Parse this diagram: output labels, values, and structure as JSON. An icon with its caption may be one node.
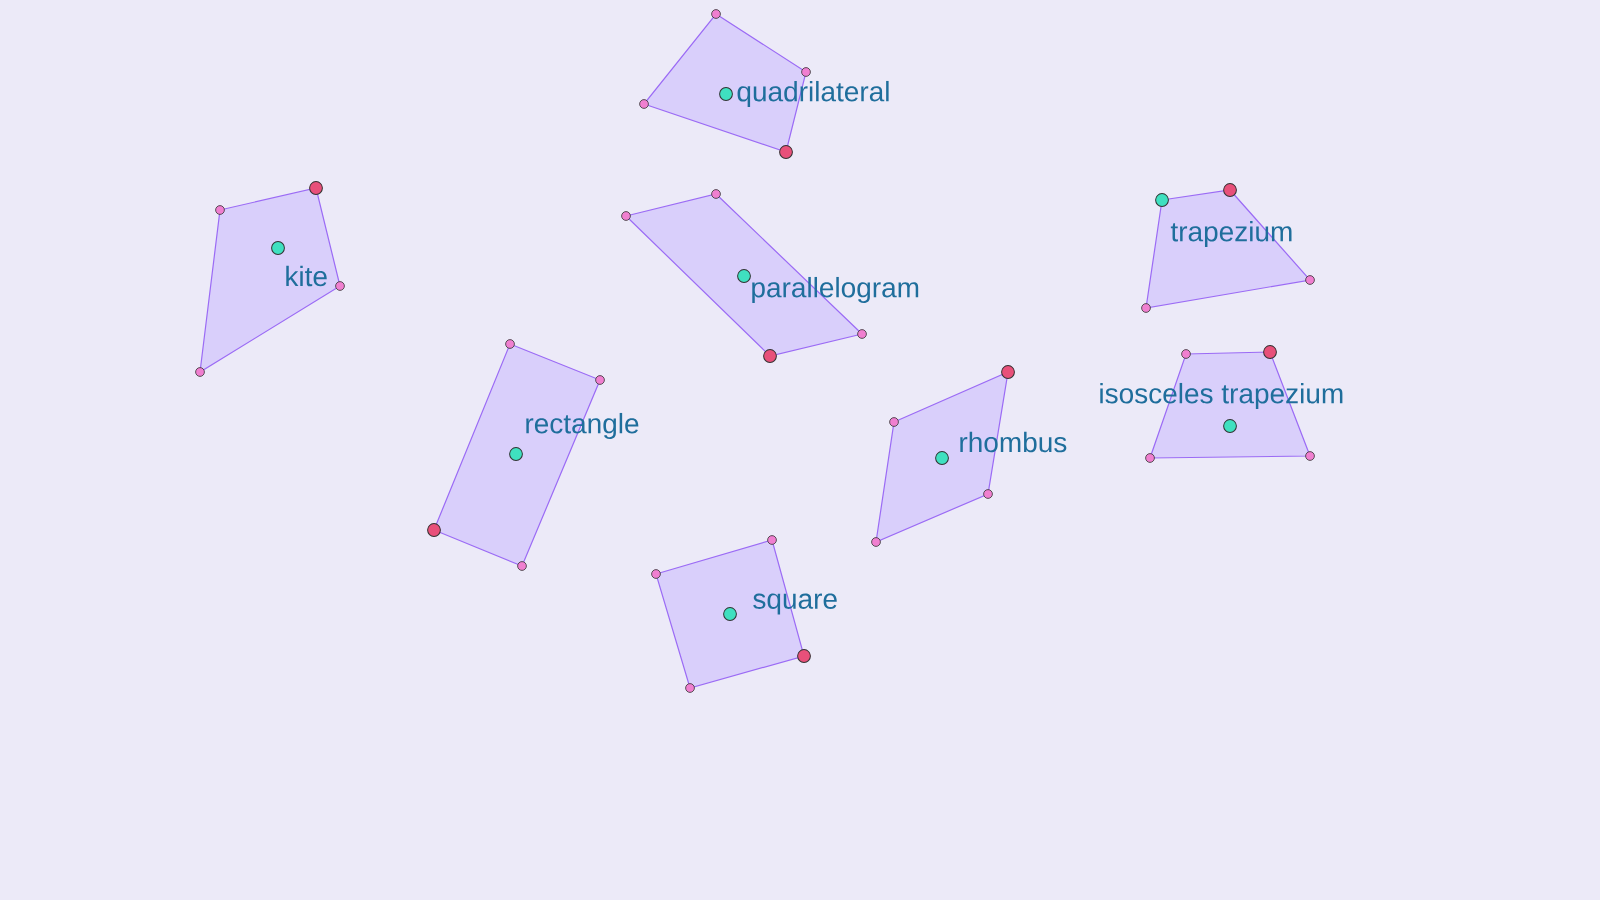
{
  "diagram": {
    "nodes": [
      {
        "text": [
          "quadrilateral"
        ]
      },
      {
        "text": [
          "kite"
        ]
      },
      {
        "text": [
          "parallelogram"
        ]
      },
      {
        "text": [
          "trapezium"
        ]
      },
      {
        "text": [
          "rectangle"
        ]
      },
      {
        "text": [
          "rhombus"
        ]
      },
      {
        "text": [
          "isosceles trapezium"
        ]
      },
      {
        "text": [
          "square"
        ]
      }
    ]
  }
}
